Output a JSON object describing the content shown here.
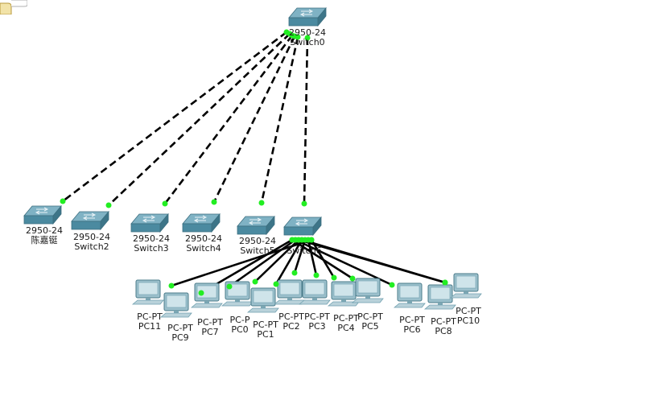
{
  "workspace": {
    "devices": [
      {
        "id": "sw0",
        "kind": "switch",
        "model": "2950-24",
        "name": "Switch0"
      },
      {
        "id": "swA",
        "kind": "switch",
        "model": "2950-24",
        "name": "陈嘉铤"
      },
      {
        "id": "sw2",
        "kind": "switch",
        "model": "2950-24",
        "name": "Switch2"
      },
      {
        "id": "sw3",
        "kind": "switch",
        "model": "2950-24",
        "name": "Switch3"
      },
      {
        "id": "sw4",
        "kind": "switch",
        "model": "2950-24",
        "name": "Switch4"
      },
      {
        "id": "sw5",
        "kind": "switch",
        "model": "2950-24",
        "name": "Switch5"
      },
      {
        "id": "sw6",
        "kind": "switch",
        "model": "",
        "name": "Switch6"
      },
      {
        "id": "pc11",
        "kind": "pc",
        "model": "PC-PT",
        "name": "PC11"
      },
      {
        "id": "pc9",
        "kind": "pc",
        "model": "PC-PT",
        "name": "PC9"
      },
      {
        "id": "pc7",
        "kind": "pc",
        "model": "PC-PT",
        "name": "PC7"
      },
      {
        "id": "pc0",
        "kind": "pc",
        "model": "PC-P",
        "name": "PC0"
      },
      {
        "id": "pc1",
        "kind": "pc",
        "model": "PC-PT",
        "name": "PC1"
      },
      {
        "id": "pc2",
        "kind": "pc",
        "model": "PC-PT",
        "name": "PC2"
      },
      {
        "id": "pc3",
        "kind": "pc",
        "model": "PC-PT",
        "name": "PC3"
      },
      {
        "id": "pc4",
        "kind": "pc",
        "model": "PC-PT",
        "name": "PC4"
      },
      {
        "id": "pc5",
        "kind": "pc",
        "model": "PC-PT",
        "name": "PC5"
      },
      {
        "id": "pc6",
        "kind": "pc",
        "model": "PC-PT",
        "name": "PC6"
      },
      {
        "id": "pc8",
        "kind": "pc",
        "model": "PC-PT",
        "name": "PC8"
      },
      {
        "id": "pc10",
        "kind": "pc",
        "model": "PC-PT",
        "name": "PC10"
      }
    ],
    "links": [
      {
        "from": "sw0",
        "to": "swA",
        "type": "crossover"
      },
      {
        "from": "sw0",
        "to": "sw2",
        "type": "crossover"
      },
      {
        "from": "sw0",
        "to": "sw3",
        "type": "crossover"
      },
      {
        "from": "sw0",
        "to": "sw4",
        "type": "crossover"
      },
      {
        "from": "sw0",
        "to": "sw5",
        "type": "crossover"
      },
      {
        "from": "sw0",
        "to": "sw6",
        "type": "crossover"
      },
      {
        "from": "sw6",
        "to": "pc11",
        "type": "straight"
      },
      {
        "from": "sw6",
        "to": "pc9",
        "type": "straight"
      },
      {
        "from": "sw6",
        "to": "pc7",
        "type": "straight"
      },
      {
        "from": "sw6",
        "to": "pc0",
        "type": "straight"
      },
      {
        "from": "sw6",
        "to": "pc1",
        "type": "straight"
      },
      {
        "from": "sw6",
        "to": "pc2",
        "type": "straight"
      },
      {
        "from": "sw6",
        "to": "pc3",
        "type": "straight"
      },
      {
        "from": "sw6",
        "to": "pc4",
        "type": "straight"
      },
      {
        "from": "sw6",
        "to": "pc5",
        "type": "straight"
      },
      {
        "from": "sw6",
        "to": "pc6",
        "type": "straight"
      },
      {
        "from": "sw6",
        "to": "pc8",
        "type": "straight"
      },
      {
        "from": "sw6",
        "to": "pc10",
        "type": "straight"
      }
    ],
    "colors": {
      "link": "#000000",
      "port_up": "#22ee22",
      "switch_top": "#7fb2c4",
      "switch_front": "#4b8aa0",
      "pc_body": "#9cc0cc",
      "pc_screen": "#cfe4ea"
    }
  }
}
